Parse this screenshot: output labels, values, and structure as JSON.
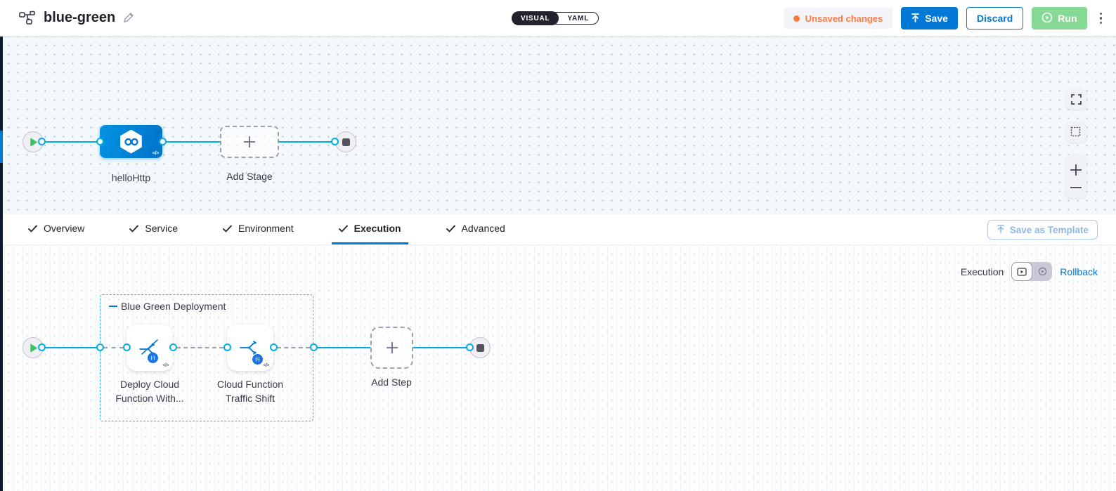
{
  "colors": {
    "accent_blue": "#0278d5",
    "connector_cyan": "#00ade4",
    "unsaved_orange": "#ff7b3d",
    "run_green_bg": "#86d995",
    "dark_text": "#22222a",
    "muted_text": "#383946"
  },
  "header": {
    "pipeline_title": "blue-green",
    "view_toggle": {
      "visual": "VISUAL",
      "yaml": "YAML",
      "selected": "VISUAL"
    },
    "unsaved_changes": "Unsaved changes",
    "save": "Save",
    "discard": "Discard",
    "run": "Run"
  },
  "stage_canvas": {
    "stage_name": "helloHttp",
    "add_stage": "Add Stage"
  },
  "tabs": {
    "items": [
      {
        "label": "Overview",
        "active": false
      },
      {
        "label": "Service",
        "active": false
      },
      {
        "label": "Environment",
        "active": false
      },
      {
        "label": "Execution",
        "active": true
      },
      {
        "label": "Advanced",
        "active": false
      }
    ],
    "save_as_template": "Save as Template"
  },
  "execution_canvas": {
    "mode_label": "Execution",
    "rollback": "Rollback",
    "group_title": "Blue Green Deployment",
    "steps": [
      {
        "name": "Deploy Cloud Function With..."
      },
      {
        "name": "Cloud Function Traffic Shift"
      }
    ],
    "add_step": "Add Step",
    "code_glyph": "</>",
    "function_badge_glyph": "(-)"
  }
}
